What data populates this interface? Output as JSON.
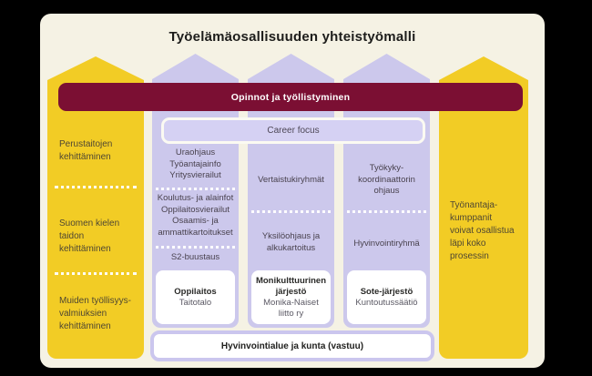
{
  "title": "Työelämäosallisuuden yhteistyömalli",
  "banner": {
    "label": "Opinnot ja työllistyminen"
  },
  "career_focus": {
    "label": "Career focus"
  },
  "left_rail": {
    "items": [
      {
        "label": "Perustaitojen\nkehittäminen"
      },
      {
        "label": "Suomen kielen\ntaidon\nkehittäminen"
      },
      {
        "label": "Muiden työllisyys-\nvalmiuksien\nkehittäminen"
      }
    ]
  },
  "right_rail": {
    "label": "Työnantaja-\nkumppanit\nvoivat osallistua\nläpi koko\nprosessin"
  },
  "columns": [
    {
      "blocks": [
        "Uraohjaus\nTyöantajainfo\nYritysvierailut",
        "Koulutus- ja alainfot\nOppilaitosvierailut\nOsaamis- ja\nammattikartoitukset",
        "S2-buustaus"
      ],
      "org_type": "Oppilaitos",
      "org_name": "Taitotalo"
    },
    {
      "blocks": [
        "Vertaistukiryhmät",
        "Yksilöohjaus ja\nalkukartoitus"
      ],
      "org_type": "Monikulttuurinen\njärjestö",
      "org_name": "Monika-Naiset\nliitto ry"
    },
    {
      "blocks": [
        "Työkyky-\nkoordinaattorin\nohjaus",
        "Hyvinvointiryhmä"
      ],
      "org_type": "Sote-järjestö",
      "org_name": "Kuntoutussäätiö"
    }
  ],
  "bottom_bar": {
    "label": "Hyvinvointialue ja kunta (vastuu)"
  },
  "colors": {
    "accent_yellow": "#F2CC25",
    "accent_lavender": "#CCC8EC",
    "accent_maroon": "#7B0F33",
    "background_cream": "#F5F2E4"
  }
}
